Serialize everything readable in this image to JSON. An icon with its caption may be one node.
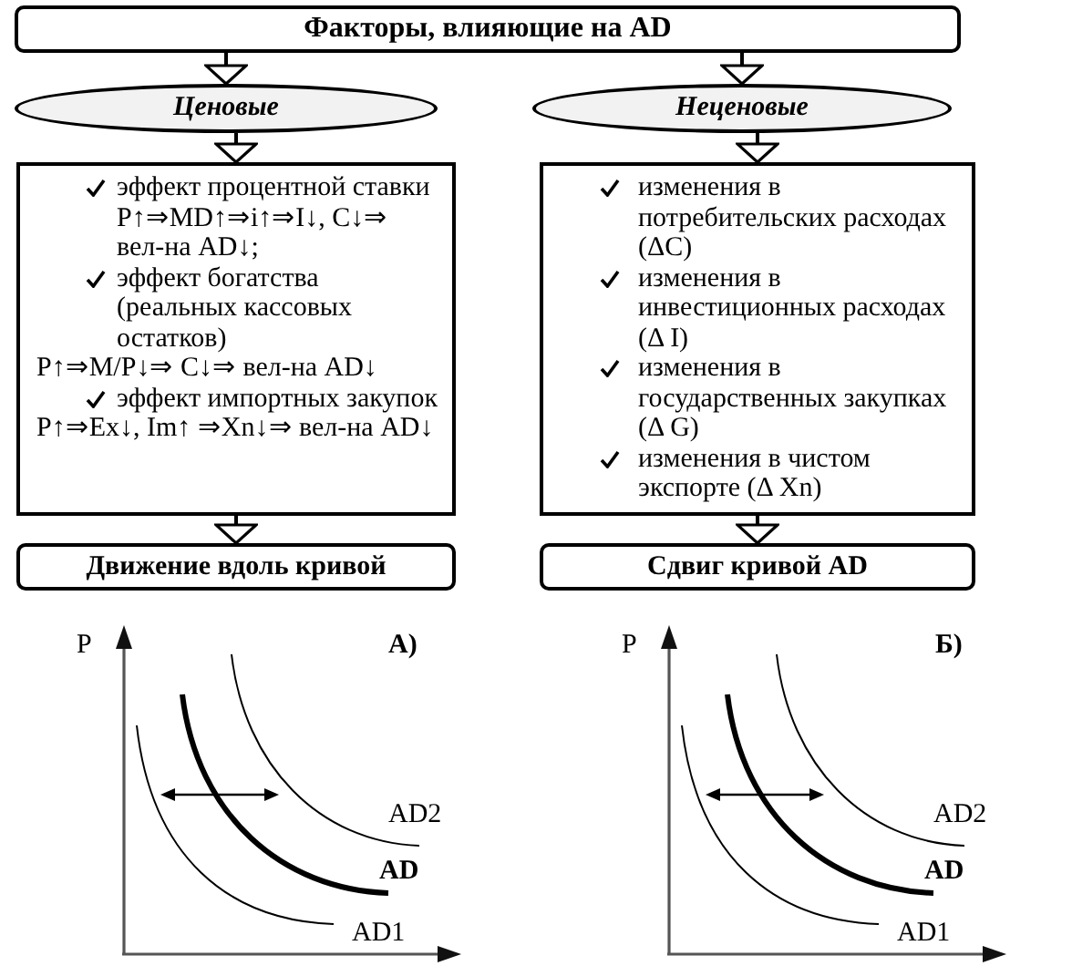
{
  "diagram": {
    "nodes": [
      {
        "text": [
          "Факторы, влияющие на AD"
        ]
      },
      {
        "text": [
          "Ценовые"
        ]
      },
      {
        "text": [
          "Неценовые"
        ]
      },
      {
        "text": [
          "эффект процентной ставки",
          "P↑⇒MD↑⇒i↑⇒I↓, C↓⇒ вел-на AD↓;",
          "эффект богатства (реальных кассовых остатков)",
          "P↑⇒M/P↓⇒ C↓⇒ вел-на AD↓",
          "эффект импортных закупок",
          "P↑⇒Ex↓, Im↑ ⇒Xn↓⇒ вел-на AD↓"
        ]
      },
      {
        "text": [
          "изменения в потребительских расходах (ΔC)",
          "изменения в инвестиционных расходах (Δ I)",
          "изменения в государственных закупках (Δ G)",
          "изменения в чистом экспорте (Δ Xn)"
        ]
      },
      {
        "text": [
          "Движение вдоль кривой"
        ]
      },
      {
        "text": [
          "Сдвиг кривой AD"
        ]
      }
    ],
    "edges": [
      {
        "from": 0,
        "to": 1,
        "arrow": "to"
      },
      {
        "from": 0,
        "to": 2,
        "arrow": "to"
      },
      {
        "from": 1,
        "to": 3,
        "arrow": "to"
      },
      {
        "from": 2,
        "to": 4,
        "arrow": "to"
      },
      {
        "from": 3,
        "to": 5,
        "arrow": "to"
      },
      {
        "from": 4,
        "to": 6,
        "arrow": "to"
      }
    ],
    "labels": [
      "P",
      "А)",
      "AD2",
      "AD",
      "AD1",
      "P",
      "Б)",
      "AD2",
      "AD",
      "AD1"
    ]
  }
}
